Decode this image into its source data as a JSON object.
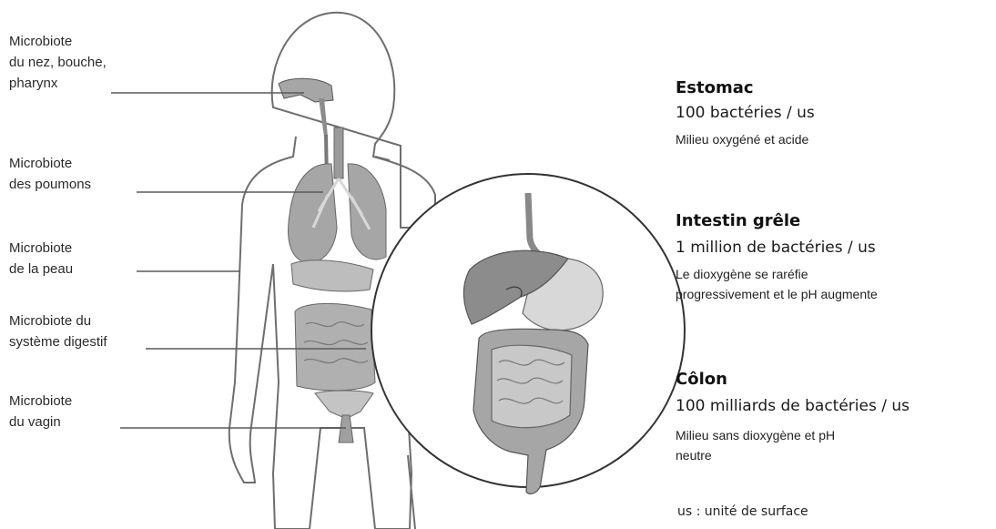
{
  "left_labels": [
    {
      "id": "nose",
      "lines": [
        "Microbiote",
        "du nez, bouche,",
        "pharynx"
      ]
    },
    {
      "id": "lungs",
      "lines": [
        "Microbiote",
        "des  poumons"
      ]
    },
    {
      "id": "skin",
      "lines": [
        "Microbiote",
        "de la  peau"
      ]
    },
    {
      "id": "digestive",
      "lines": [
        "Microbiote du",
        "système digestif"
      ]
    },
    {
      "id": "vagina",
      "lines": [
        "Microbiote",
        "du vagin"
      ]
    }
  ],
  "organs": [
    {
      "id": "stomach",
      "title": "Estomac",
      "count": "100 bactéries / us",
      "desc": [
        "Milieu oxygéné et acide"
      ]
    },
    {
      "id": "small-intestine",
      "title": "Intestin grêle",
      "count": "1 million de bactéries / us",
      "desc": [
        "Le dioxygène se raréfie",
        "progressivement et le pH augmente"
      ]
    },
    {
      "id": "colon",
      "title": "Côlon",
      "count": "100 milliards de bactéries / us",
      "desc": [
        "Milieu sans dioxygène et pH",
        "neutre"
      ]
    }
  ],
  "footnote": "us : unité de surface",
  "colors": {
    "outline": "#6e6e6e",
    "organ_fill": "#a6a6a6",
    "organ_dark": "#8c8c8c",
    "organ_light": "#d2d2d2",
    "leader_line": "#5a5a5a"
  }
}
